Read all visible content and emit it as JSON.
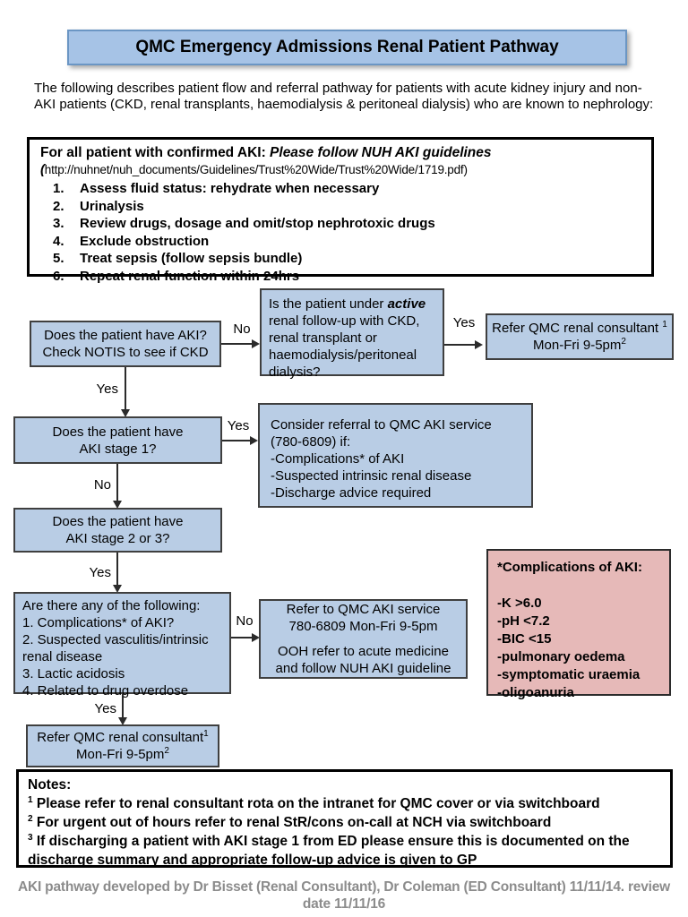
{
  "header": {
    "title": "QMC Emergency Admissions Renal Patient Pathway"
  },
  "intro": "The following describes patient flow and referral pathway for patients with acute kidney injury and non-AKI patients (CKD, renal transplants, haemodialysis & peritoneal dialysis) who are known to nephrology:",
  "guidelines": {
    "heading": "For all patient with confirmed AKI: ",
    "heading_em": "Please follow NUH AKI guidelines",
    "url_paren": "(",
    "url": "http://nuhnet/nuh_documents/Guidelines/Trust%20Wide/Trust%20Wide/1719.pdf)",
    "items": [
      {
        "n": "1.",
        "text": "Assess fluid status: rehydrate when necessary"
      },
      {
        "n": "2.",
        "text": "Urinalysis"
      },
      {
        "n": "3.",
        "text": "Review drugs, dosage and omit/stop nephrotoxic drugs"
      },
      {
        "n": "4.",
        "text": "Exclude obstruction"
      },
      {
        "n": "5.",
        "text": "Treat sepsis (follow sepsis bundle)"
      },
      {
        "n": "6.",
        "text": "Repeat renal function within 24hrs"
      }
    ]
  },
  "labels": {
    "yes": "Yes",
    "no": "No"
  },
  "flow": {
    "aki_check": {
      "line1": "Does the patient have AKI?",
      "line2": "Check NOTIS to see if CKD"
    },
    "active_followup": {
      "pre": "Is the patient under ",
      "em": "active",
      "post": " renal follow-up with CKD, renal transplant or haemodialysis/peritoneal dialysis?"
    },
    "refer_top": {
      "line1": "Refer QMC renal consultant ",
      "sup1": "1",
      "line2": "Mon-Fri 9-5pm",
      "sup2": "2"
    },
    "stage1": {
      "line1": "Does the patient have",
      "line2": "AKI stage 1?"
    },
    "consider": {
      "l0": "Consider referral to QMC AKI service",
      "l1": "(780-6809) if:",
      "l2": "-Complications* of AKI",
      "l3": "-Suspected intrinsic renal disease",
      "l4": "-Discharge advice required"
    },
    "stage23": {
      "line1": "Does the patient have",
      "line2": "AKI stage 2 or 3?"
    },
    "any_following": {
      "l0": "Are there any of the following:",
      "l1": "1. Complications* of AKI?",
      "l2": "2. Suspected vasculitis/intrinsic renal disease",
      "l3": "3. Lactic acidosis",
      "l4": "4. Related to drug overdose"
    },
    "aki_service": {
      "l0": "Refer to QMC AKI service",
      "l1": "780-6809 Mon-Fri 9-5pm",
      "l2": "OOH refer to acute medicine",
      "l3": "and follow NUH AKI guideline"
    },
    "refer_bottom": {
      "line1": "Refer QMC renal consultant",
      "sup1": "1",
      "line2": "Mon-Fri 9-5pm",
      "sup2": "2"
    }
  },
  "complications": {
    "heading": "*Complications of AKI:",
    "items": [
      "-K >6.0",
      "-pH <7.2",
      "-BIC <15",
      "-pulmonary oedema",
      "-symptomatic uraemia",
      "-oligoanuria"
    ]
  },
  "notes": {
    "heading": "Notes:",
    "items": [
      {
        "sup": "1",
        "text": " Please refer to renal consultant rota on the intranet for QMC cover or via switchboard"
      },
      {
        "sup": "2",
        "text": " For urgent out of hours refer to renal StR/cons on-call at NCH via switchboard"
      },
      {
        "sup": "3",
        "text": " If discharging a patient with AKI stage 1 from ED please ensure this is documented on the discharge summary and appropriate follow-up advice is given to GP"
      }
    ]
  },
  "footer": "AKI pathway developed by Dr Bisset (Renal Consultant), Dr Coleman (ED Consultant) 11/11/14. review date 11/11/16",
  "colors": {
    "box_blue": "#b9cde5",
    "box_pink": "#e6b9b8",
    "title_fill": "#a6c3e6",
    "title_border": "#6b96c4",
    "line": "#2b2b2b",
    "footer_text": "#8c8c8c"
  }
}
